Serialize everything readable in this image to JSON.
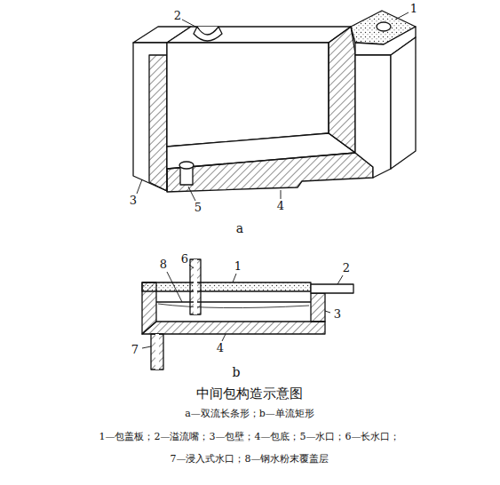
{
  "diagram": {
    "caption": "中间包构造示意图",
    "labels": [
      "2",
      "1",
      "3",
      "5",
      "4",
      "a",
      "6",
      "1",
      "2",
      "8",
      "3",
      "7",
      "4",
      "b",
      "a—双流长条形；b—单流矩形",
      "1—包盖板；2—溢流嘴；3—包壁；4—包底；5—水口；6—长水口；",
      "7—浸入式水口；8—钢水粉末覆盖层"
    ]
  }
}
